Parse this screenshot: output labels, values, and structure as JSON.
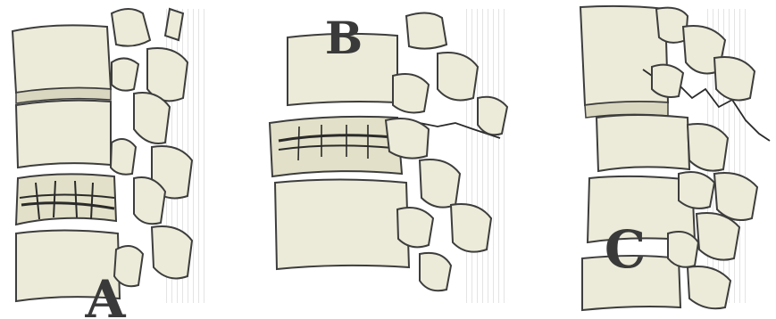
{
  "figure": {
    "panels": [
      {
        "label": "A"
      },
      {
        "label": "B"
      },
      {
        "label": "C"
      }
    ],
    "colors": {
      "bone": "#ecebd9",
      "bone_shadow": "#d9d7bf",
      "outline": "#3d3d3d",
      "fracture": "#2a2a2a",
      "ligament_lines": "#9a9a9a",
      "label": "#3a3a3a"
    }
  }
}
